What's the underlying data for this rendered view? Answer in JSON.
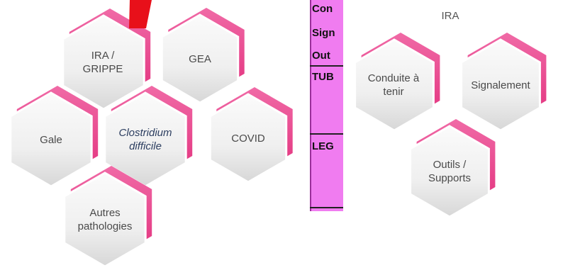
{
  "left_cluster": {
    "hexagons": [
      {
        "id": "ira-grippe",
        "label": "IRA /\nGRIPPE",
        "italic": false
      },
      {
        "id": "gea",
        "label": "GEA",
        "italic": false
      },
      {
        "id": "gale",
        "label": "Gale",
        "italic": false
      },
      {
        "id": "clostridium",
        "label": "Clostridium\ndifficile",
        "italic": true
      },
      {
        "id": "covid",
        "label": "COVID",
        "italic": false
      },
      {
        "id": "autres",
        "label": "Autres\npathologies",
        "italic": false
      }
    ]
  },
  "table_fragment": {
    "rows": [
      "Con",
      "Sign",
      "Out",
      "TUB",
      "LEG"
    ],
    "background": "#f07cf0"
  },
  "right_cluster": {
    "title": "IRA",
    "hexagons": [
      {
        "id": "conduite",
        "label": "Conduite à\ntenir",
        "italic": false
      },
      {
        "id": "signalement",
        "label": "Signalement",
        "italic": false
      },
      {
        "id": "outils",
        "label": "Outils /\nSupports",
        "italic": false
      }
    ]
  },
  "colors": {
    "pink_accent": "#e94b8f",
    "hex_fill_light": "#fafafa",
    "hex_fill_dark": "#d9d9d9",
    "red_stroke": "#e8101a"
  }
}
